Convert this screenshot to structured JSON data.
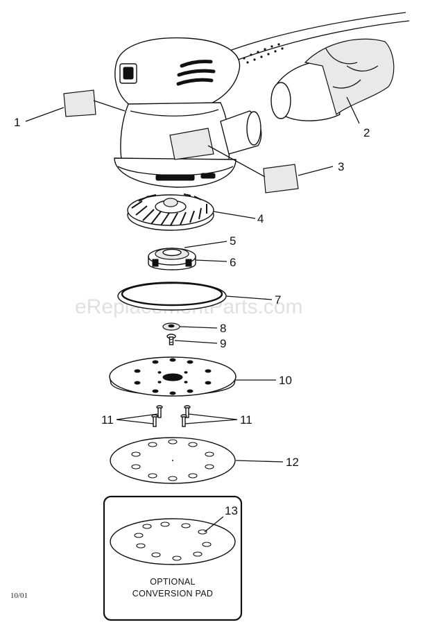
{
  "diagram": {
    "watermark": "eReplacementParts.com",
    "date_code": "10/01",
    "optional_pad_title_line1": "OPTIONAL",
    "optional_pad_title_line2": "CONVERSION PAD",
    "callouts": [
      {
        "id": "1",
        "label": "1"
      },
      {
        "id": "2",
        "label": "2"
      },
      {
        "id": "3",
        "label": "3"
      },
      {
        "id": "4",
        "label": "4"
      },
      {
        "id": "5",
        "label": "5"
      },
      {
        "id": "6",
        "label": "6"
      },
      {
        "id": "7",
        "label": "7"
      },
      {
        "id": "8",
        "label": "8"
      },
      {
        "id": "9",
        "label": "9"
      },
      {
        "id": "10",
        "label": "10"
      },
      {
        "id": "11a",
        "label": "11"
      },
      {
        "id": "11b",
        "label": "11"
      },
      {
        "id": "12",
        "label": "12"
      },
      {
        "id": "13",
        "label": "13"
      }
    ]
  }
}
